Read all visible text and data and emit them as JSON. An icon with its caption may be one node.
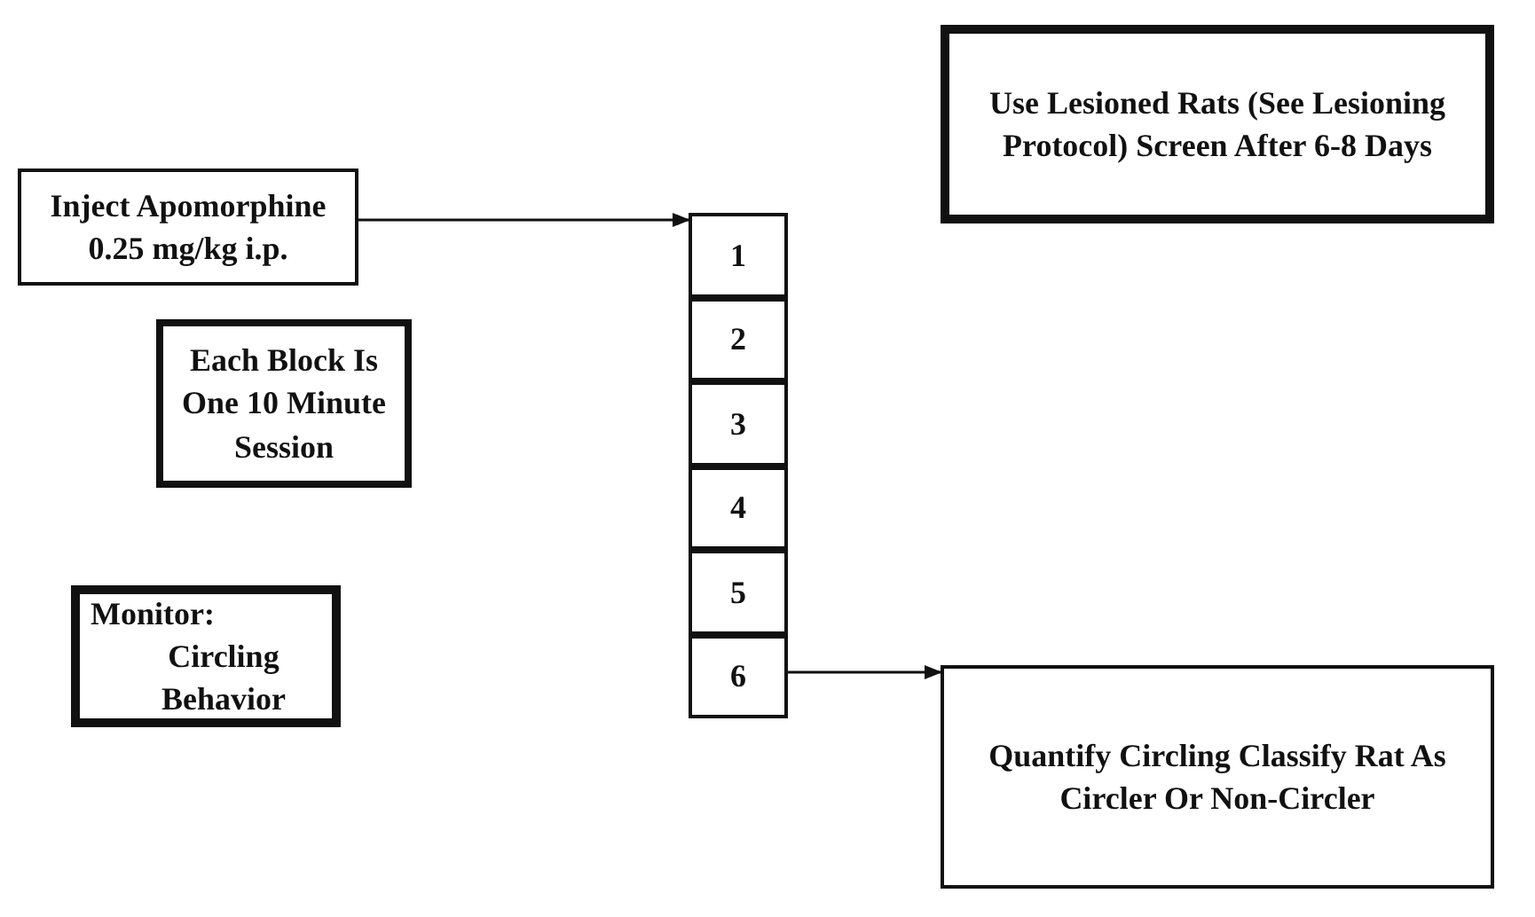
{
  "diagram": {
    "nodes": [
      {
        "text": [
          "Inject Apomorphine 0.25 mg/kg i.p."
        ]
      },
      {
        "text": [
          "Use Lesioned Rats (See Lesioning Protocol) Screen After 6-8 Days"
        ]
      },
      {
        "text": [
          "Each Block Is One 10 Minute Session"
        ]
      },
      {
        "text": [
          "Monitor:",
          "Circling Behavior"
        ]
      },
      {
        "text": [
          "1"
        ]
      },
      {
        "text": [
          "2"
        ]
      },
      {
        "text": [
          "3"
        ]
      },
      {
        "text": [
          "4"
        ]
      },
      {
        "text": [
          "5"
        ]
      },
      {
        "text": [
          "6"
        ]
      },
      {
        "text": [
          "Quantify Circling Classify Rat As Circler Or Non-Circler"
        ]
      }
    ],
    "edges": [
      {
        "from": 0,
        "to": 4,
        "arrow": "to"
      },
      {
        "from": 9,
        "to": 10,
        "arrow": "to"
      }
    ]
  }
}
